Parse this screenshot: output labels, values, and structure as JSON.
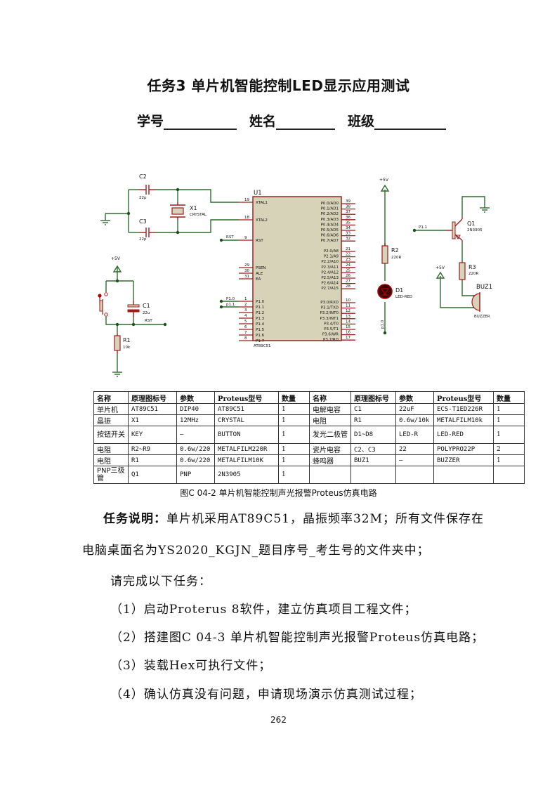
{
  "document": {
    "title": "任务3  单片机智能控制LED显示应用测试",
    "id_fields": [
      {
        "label": "学号",
        "value": ""
      },
      {
        "label": "姓名",
        "value": ""
      },
      {
        "label": "班级",
        "value": ""
      }
    ],
    "caption": "图C 04-2  单片机智能控制声光报警Proteus仿真电路",
    "task_desc_label": "任务说明：",
    "task_desc_line1": "单片机采用AT89C51，晶振频率32M；所有文件保存在",
    "task_desc_line2": "电脑桌面名为YS2020_KGJN_题目序号_考生号的文件夹中；",
    "instruction": "请完成以下任务：",
    "steps": [
      "（1）启动Proterus 8软件，建立仿真项目工程文件；",
      "（2）搭建图C 04-3  单片机智能控制声光报警Proteus仿真电路；",
      "（3）装载Hex可执行文件；",
      "（4）确认仿真没有问题，申请现场演示仿真测试过程；"
    ],
    "page_number": "262"
  },
  "schematic": {
    "colors": {
      "wire": "#2e6b2e",
      "pin": "#9b1c1c",
      "chip_fill": "#d6d3b8",
      "chip_border": "#8b1a1a",
      "led": "#b00000"
    },
    "crystal": {
      "ref": "X1",
      "value": "CRYSTAL"
    },
    "c2": {
      "ref": "C2",
      "value": "22p"
    },
    "c3": {
      "ref": "C3",
      "value": "22p"
    },
    "c1": {
      "ref": "C1",
      "value": "22u"
    },
    "r1": {
      "ref": "R1",
      "value": "10k"
    },
    "r2": {
      "ref": "R2",
      "value": "220R"
    },
    "r3": {
      "ref": "R3",
      "value": "220R"
    },
    "d1": {
      "ref": "D1",
      "value": "LED-RED"
    },
    "q1": {
      "ref": "Q1",
      "value": "2N3905"
    },
    "buz": {
      "ref": "BUZ1",
      "value": "BUZZER"
    },
    "power": "+5V",
    "rst_net": "RST",
    "net_p10": "P1.0",
    "net_p11_left": "p1.1",
    "net_p11_right": "P1.1",
    "net_p10_led": "p1.0",
    "chip": {
      "ref": "U1",
      "part": "AT89C51",
      "left_pins": [
        {
          "num": "19",
          "name": "XTAL1"
        },
        {
          "num": "18",
          "name": "XTAL2"
        },
        {
          "num": "9",
          "name": "RST"
        },
        {
          "num": "29",
          "name": "PSEN"
        },
        {
          "num": "30",
          "name": "ALE"
        },
        {
          "num": "31",
          "name": "EA"
        },
        {
          "num": "1",
          "name": "P1.0"
        },
        {
          "num": "2",
          "name": "P1.1"
        },
        {
          "num": "3",
          "name": "P1.2"
        },
        {
          "num": "4",
          "name": "P1.3"
        },
        {
          "num": "5",
          "name": "P1.4"
        },
        {
          "num": "6",
          "name": "P1.5"
        },
        {
          "num": "7",
          "name": "P1.6"
        },
        {
          "num": "8",
          "name": "P1.7"
        }
      ],
      "right_pins": [
        {
          "num": "39",
          "name": "P0.0/AD0"
        },
        {
          "num": "38",
          "name": "P0.1/AD1"
        },
        {
          "num": "37",
          "name": "P0.2/AD2"
        },
        {
          "num": "36",
          "name": "P0.3/AD3"
        },
        {
          "num": "35",
          "name": "P0.4/AD4"
        },
        {
          "num": "34",
          "name": "P0.5/AD5"
        },
        {
          "num": "33",
          "name": "P0.6/AD6"
        },
        {
          "num": "32",
          "name": "P0.7/AD7"
        },
        {
          "num": "21",
          "name": "P2.0/A8"
        },
        {
          "num": "22",
          "name": "P2.1/A9"
        },
        {
          "num": "23",
          "name": "P2.2/A10"
        },
        {
          "num": "24",
          "name": "P2.3/A11"
        },
        {
          "num": "25",
          "name": "P2.4/A12"
        },
        {
          "num": "26",
          "name": "P2.5/A13"
        },
        {
          "num": "27",
          "name": "P2.6/A14"
        },
        {
          "num": "28",
          "name": "P2.7/A15"
        },
        {
          "num": "10",
          "name": "P3.0/RXD"
        },
        {
          "num": "11",
          "name": "P3.1/TXD"
        },
        {
          "num": "12",
          "name": "P3.2/INT0"
        },
        {
          "num": "13",
          "name": "P3.3/INT1"
        },
        {
          "num": "14",
          "name": "P3.4/T0"
        },
        {
          "num": "15",
          "name": "P3.5/T1"
        },
        {
          "num": "16",
          "name": "P3.6/WR"
        },
        {
          "num": "17",
          "name": "P3.7/RD"
        }
      ]
    }
  },
  "parts_table": {
    "headers": [
      "名称",
      "原理图标号",
      "参数",
      "Proteus型号",
      "数量",
      "名称",
      "原理图标号",
      "参数",
      "Proteus型号",
      "数量"
    ],
    "rows": [
      [
        "单片机",
        "AT89C51",
        "DIP40",
        "AT89C51",
        "1",
        "电解电容",
        "C1",
        "22uF",
        "ECS-T1ED226R",
        "1"
      ],
      [
        "晶振",
        "X1",
        "12MHz",
        "CRYSTAL",
        "1",
        "电阻",
        "R1",
        "0.6w/10k",
        "METALFILM10k",
        "1"
      ],
      [
        "按钮开关",
        "KEY",
        "—",
        "BUTTON",
        "1",
        "发光二极管",
        "D1~D8",
        "LED-R",
        "LED-RED",
        "1"
      ],
      [
        "电阻",
        "R2~R9",
        "0.6w/220",
        "METALFILM220R",
        "1",
        "瓷片电容",
        "C2、C3",
        "22",
        "POLYPRO22P",
        "2"
      ],
      [
        "电阻",
        "R1",
        "0.6w/220",
        "METALFILM10K",
        "1",
        "蜂鸣器",
        "BUZ1",
        "—",
        "BUZZER",
        "1"
      ],
      [
        "PNP三极管",
        "Q1",
        "PNP",
        "2N3905",
        "1",
        "",
        "",
        "",
        "",
        ""
      ]
    ]
  }
}
